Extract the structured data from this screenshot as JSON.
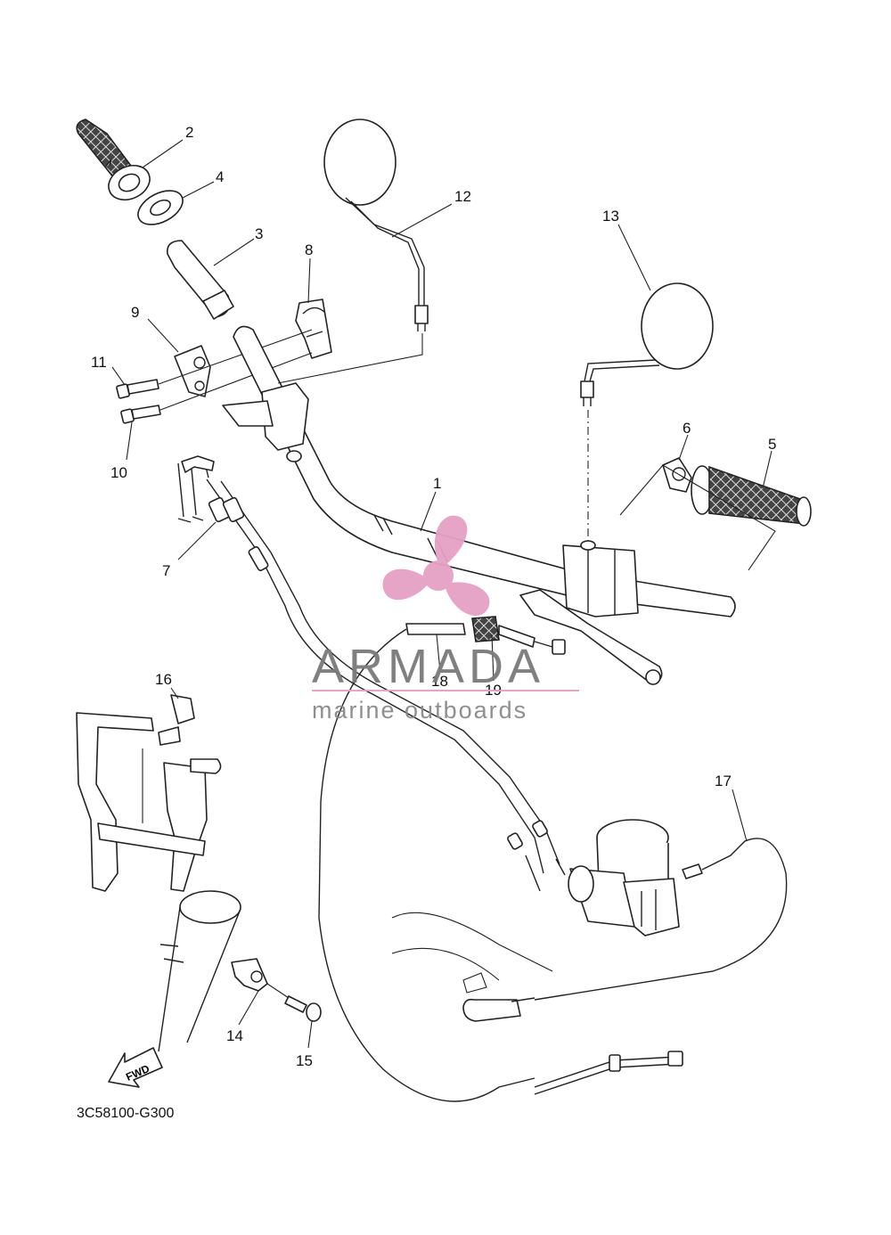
{
  "diagram_code": "3C58100-G300",
  "fwd_label": "FWD",
  "watermark": {
    "brand": "ARMADA",
    "tagline": "marine outboards",
    "accent_color": "#e5a0c4"
  },
  "callouts": [
    "1",
    "2",
    "3",
    "4",
    "5",
    "6",
    "7",
    "8",
    "9",
    "10",
    "11",
    "12",
    "13",
    "14",
    "15",
    "16",
    "17",
    "18",
    "19"
  ]
}
